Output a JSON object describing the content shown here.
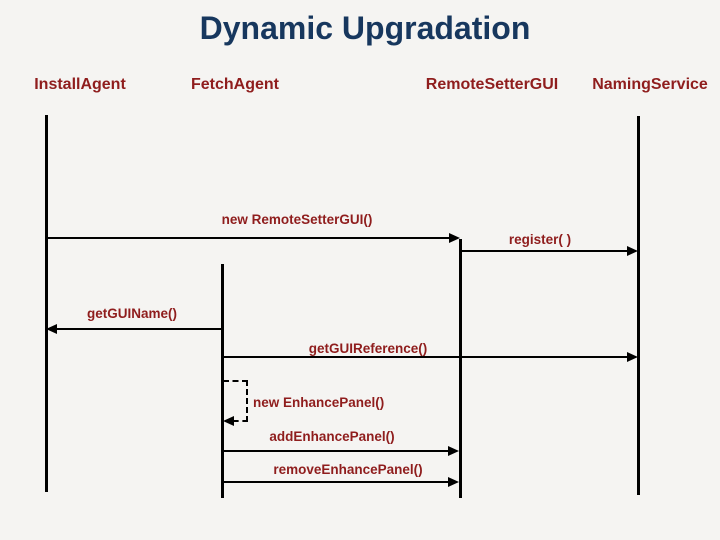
{
  "title": "Dynamic Upgradation",
  "colors": {
    "background": "#F5F4F2",
    "title": "#17375E",
    "message_label": "#8F1D1D",
    "line": "#000000"
  },
  "lifelines": [
    {
      "name": "InstallAgent"
    },
    {
      "name": "FetchAgent"
    },
    {
      "name": "RemoteSetterGUI"
    },
    {
      "name": "NamingService"
    }
  ],
  "messages": [
    {
      "label": "new RemoteSetterGUI()",
      "from": "InstallAgent",
      "to": "RemoteSetterGUI",
      "style": "solid"
    },
    {
      "label": "register( )",
      "from": "RemoteSetterGUI",
      "to": "NamingService",
      "style": "solid"
    },
    {
      "label": "getGUIName()",
      "from": "FetchAgent",
      "to": "InstallAgent",
      "style": "solid"
    },
    {
      "label": "getGUIReference()",
      "from": "FetchAgent",
      "to": "NamingService",
      "style": "solid"
    },
    {
      "label": "new EnhancePanel()",
      "from": "FetchAgent",
      "to": "FetchAgent",
      "style": "dashed-self"
    },
    {
      "label": "addEnhancePanel()",
      "from": "FetchAgent",
      "to": "RemoteSetterGUI",
      "style": "solid"
    },
    {
      "label": "removeEnhancePanel()",
      "from": "FetchAgent",
      "to": "RemoteSetterGUI",
      "style": "solid"
    }
  ]
}
